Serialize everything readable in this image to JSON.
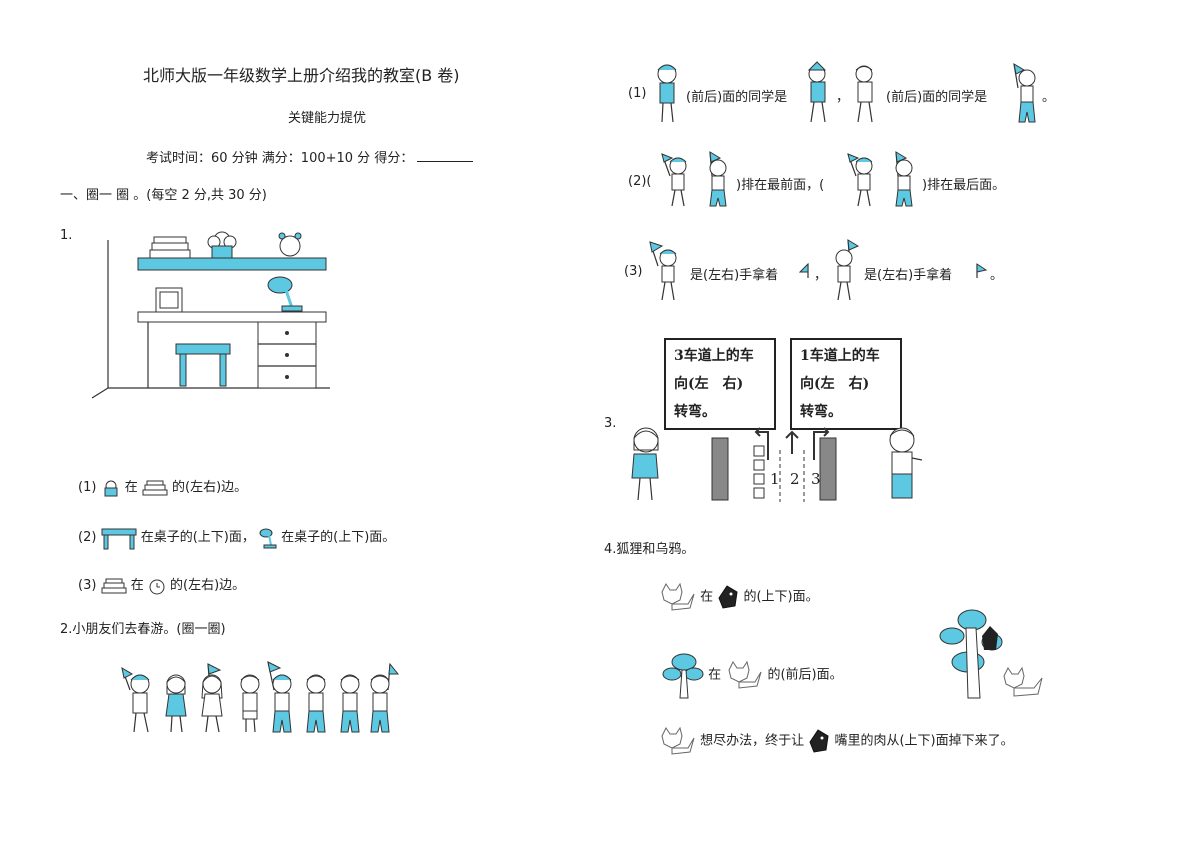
{
  "header": {
    "title": "北师大版一年级数学上册介绍我的教室(B 卷)",
    "subtitle": "关键能力提优",
    "exam_info": "考试时间：60 分钟   满分：100+10 分   得分："
  },
  "section1": {
    "heading": "一、圈一 圈 。(每空 2 分,共 30 分)",
    "q1_num": "1.",
    "q1_items": [
      {
        "prefix": "(1)",
        "mid": "在",
        "suffix": "的(左右)边。"
      },
      {
        "prefix": "(2)",
        "mid": "在桌子的(上下)面，",
        "suffix": "在桌子的(上下)面。"
      },
      {
        "prefix": "(3)",
        "mid": "在",
        "suffix": "的(左右)边。"
      }
    ],
    "q2_title": "2.小朋友们去春游。(圈一圈)"
  },
  "right": {
    "q2_items": [
      {
        "prefix": "(1)",
        "a": "(前后)面的同学是",
        "b": "，",
        "c": "(前后)面的同学是",
        "d": "。"
      },
      {
        "prefix": "(2)(",
        "a": ")排在最前面，(",
        "b": ")排在最后面。"
      },
      {
        "prefix": "(3)",
        "a": "是(左右)手拿着",
        "b": "，",
        "c": "是(左右)手拿着",
        "d": "。"
      }
    ],
    "q3_num": "3.",
    "bubble_left": [
      "3车道上的车",
      "向(左　右)",
      "转弯。"
    ],
    "bubble_right": [
      "1车道上的车",
      "向(左　右)",
      "转弯。"
    ],
    "lanes": [
      "1",
      "2",
      "3"
    ],
    "q4_title": "4.狐狸和乌鸦。",
    "q4_items": [
      {
        "a": "在",
        "b": "的(上下)面。"
      },
      {
        "a": "在",
        "b": "的(前后)面。"
      },
      {
        "a": "想尽办法，终于让",
        "b": "嘴里的肉从(上下)面掉下来了。"
      }
    ]
  },
  "colors": {
    "accent": "#5cc8e2",
    "ink": "#222222"
  }
}
